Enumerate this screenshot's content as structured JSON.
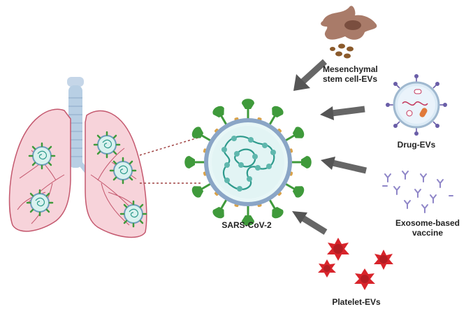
{
  "labels": {
    "mesenchymal_line1": "Mesenchymal",
    "mesenchymal_line2": "stem cell-EVs",
    "drug": "Drug-EVs",
    "exosome_line1": "Exosome-based",
    "exosome_line2": "vaccine",
    "virus": "SARS-CoV-2",
    "platelet": "Platelet-EVs"
  },
  "icons": {
    "lungs": "lungs-icon",
    "virus": "coronavirus-icon",
    "msc": "stem-cell-icon",
    "drug_ev": "vesicle-icon",
    "exosome_vaccine": "antibody-icon",
    "platelet": "platelet-icon",
    "arrow": "arrow-icon"
  },
  "colors": {
    "lung_fill": "#f7d3da",
    "lung_stroke": "#c4586e",
    "airway": "#b8cfe4",
    "spike": "#3f9a3b",
    "virus_membrane": "#8aa5c6",
    "virus_core": "#e8f7f7",
    "rna": "#2e9a8c",
    "arrow": "#666666",
    "msc": "#a97b69",
    "platelet": "#d8242b",
    "antibody": "#8f86c8"
  }
}
